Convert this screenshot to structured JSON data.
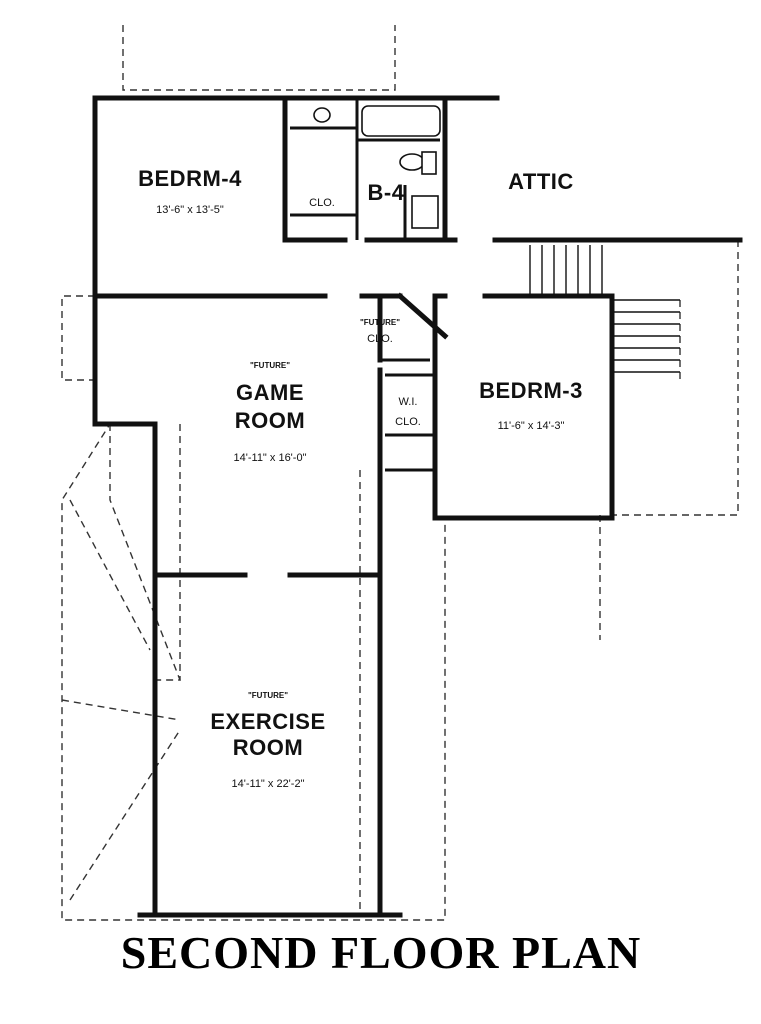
{
  "title": "SECOND FLOOR PLAN",
  "rooms": {
    "bedrm4": {
      "name": "BEDRM-4",
      "dims": "13'-6\" x 13'-5\""
    },
    "bath4": {
      "name": "B-4"
    },
    "bath4_closet": {
      "name": "CLO."
    },
    "attic": {
      "name": "ATTIC"
    },
    "future_closet": {
      "tag": "\"FUTURE\"",
      "name": "CLO."
    },
    "game_room": {
      "tag": "\"FUTURE\"",
      "name_line1": "GAME",
      "name_line2": "ROOM",
      "dims": "14'-11\" x 16'-0\""
    },
    "walkin_closet": {
      "name_line1": "W.I.",
      "name_line2": "CLO."
    },
    "bedrm3": {
      "name": "BEDRM-3",
      "dims": "11'-6\" x 14'-3\""
    },
    "exercise_room": {
      "tag": "\"FUTURE\"",
      "name_line1": "EXERCISE",
      "name_line2": "ROOM",
      "dims": "14'-11\" x 22'-2\""
    }
  }
}
